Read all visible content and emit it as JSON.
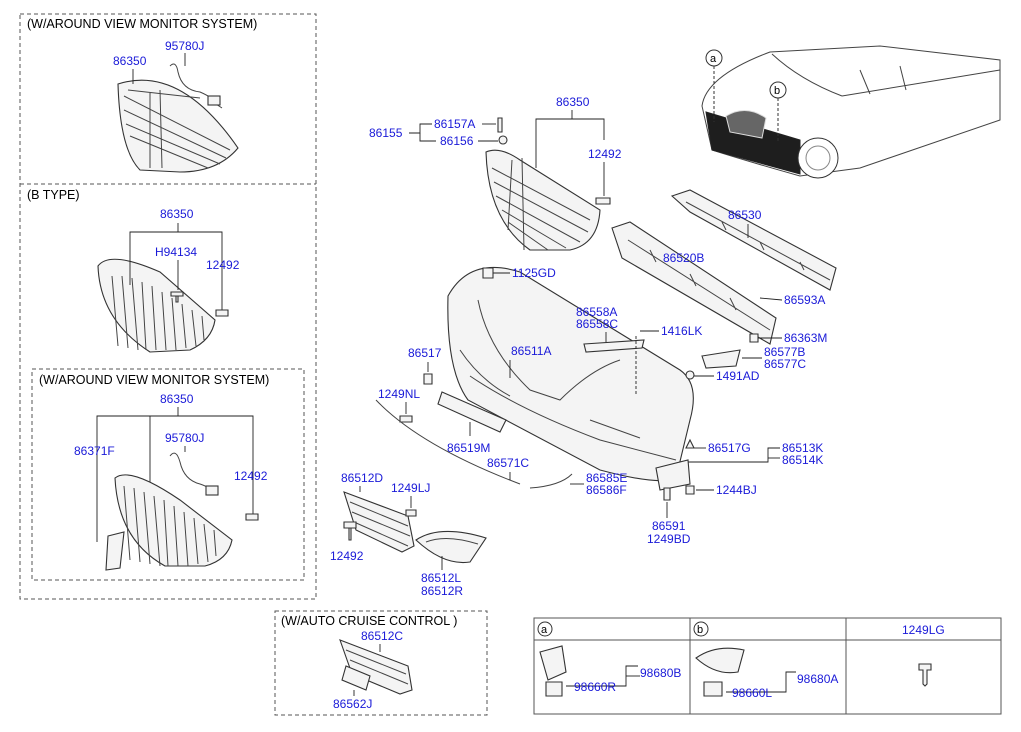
{
  "section_headers": {
    "avm_top": "(W/AROUND VIEW MONITOR SYSTEM)",
    "b_type": "(B TYPE)",
    "avm_inner": "(W/AROUND VIEW MONITOR SYSTEM)",
    "auto_cruise": "(W/AUTO CRUISE CONTROL )"
  },
  "labels": {
    "l95780J_a": "95780J",
    "l86350_a": "86350",
    "l86350_b": "86350",
    "lH94134": "H94134",
    "l12492_b": "12492",
    "l86350_c": "86350",
    "l95780J_c": "95780J",
    "l86371F": "86371F",
    "l12492_c": "12492",
    "l86350_main": "86350",
    "l86157A": "86157A",
    "l86155": "86155",
    "l86156": "86156",
    "l12492_main": "12492",
    "l86530": "86530",
    "l86520B": "86520B",
    "l86593A": "86593A",
    "l1125GD": "1125GD",
    "l86558A": "86558A",
    "l86558C": "86558C",
    "l1416LK": "1416LK",
    "l86363M": "86363M",
    "l86577B": "86577B",
    "l86577C": "86577C",
    "l1491AD": "1491AD",
    "l86517": "86517",
    "l86511A": "86511A",
    "l1249NL": "1249NL",
    "l86519M": "86519M",
    "l86571C": "86571C",
    "l86517G": "86517G",
    "l86513K": "86513K",
    "l86514K": "86514K",
    "l86585E": "86585E",
    "l86586F": "86586F",
    "l1244BJ": "1244BJ",
    "l86512D": "86512D",
    "l1249LJ": "1249LJ",
    "l12492_low": "12492",
    "l86591": "86591",
    "l1249BD": "1249BD",
    "l86512L": "86512L",
    "l86512R": "86512R",
    "l86512C": "86512C",
    "l86562J": "86562J",
    "l98680B": "98680B",
    "l98660R": "98660R",
    "l98680A": "98680A",
    "l98660L": "98660L"
  },
  "callouts": {
    "a": "a",
    "b": "b"
  },
  "legend_table": {
    "col_a": "a",
    "col_b": "b",
    "col_c": "1249LG"
  }
}
